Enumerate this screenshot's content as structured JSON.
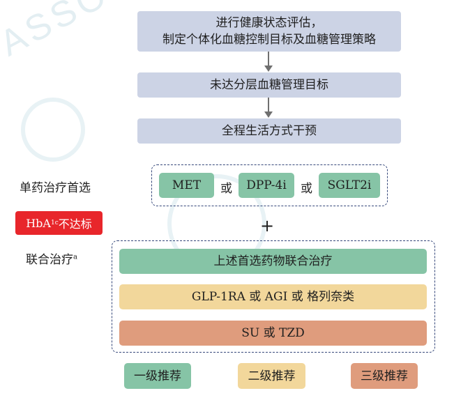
{
  "flow": {
    "step1": "进行健康状态评估，\n制定个体化血糖控制目标及血糖管理策略",
    "step2": "未达分层血糖管理目标",
    "step3": "全程生活方式干预"
  },
  "mono": {
    "label": "单药治疗首选",
    "options": [
      "MET",
      "DPP-4i",
      "SGLT2i"
    ],
    "or": "或"
  },
  "badge": {
    "prefix": "HbA",
    "sub": "1c",
    "suffix": "不达标"
  },
  "plus": "+",
  "combo": {
    "label": "联合治疗",
    "label_sup": "a",
    "row1": "上述首选药物联合治疗",
    "row2": "GLP-1RA 或 AGI 或 格列奈类",
    "row3": "SU 或 TZD"
  },
  "legend": {
    "level1": "一级推荐",
    "level2": "二级推荐",
    "level3": "三级推荐"
  },
  "watermark": "ASSOCIATION",
  "colors": {
    "flow_box": "#ccd3e5",
    "level1": "#86c4a6",
    "level2": "#f2d79b",
    "level3": "#df9c7d",
    "badge": "#e8262b",
    "dashed_border": "#35477a"
  }
}
